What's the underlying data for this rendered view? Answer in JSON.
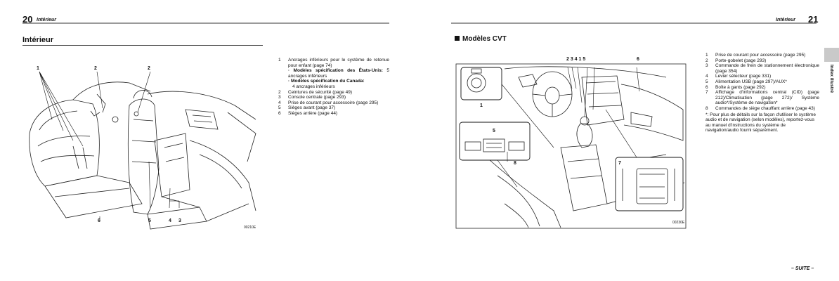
{
  "left_page": {
    "page_number": "20",
    "running_header": "Intérieur",
    "title": "Intérieur",
    "figure": {
      "callouts": [
        "1",
        "2",
        "2",
        "6",
        "5",
        "4",
        "3"
      ],
      "code": "00210E"
    },
    "items": [
      {
        "n": "1",
        "text": "Ancrages inférieurs pour le système de retenue pour enfant (page 74)"
      },
      {
        "n": "2",
        "text": "Ceintures de sécurité (page 49)"
      },
      {
        "n": "3",
        "text": "Console centrale (page 293)"
      },
      {
        "n": "4",
        "text": "Prise de courant pour accessoire (page 295)"
      },
      {
        "n": "5",
        "text": "Sièges avant (page 37)"
      },
      {
        "n": "6",
        "text": "Sièges arrière (page 44)"
      }
    ],
    "sub_items": [
      {
        "label": "· Modèles spécification des États-Unis:",
        "value": "5 ancrages inférieurs"
      },
      {
        "label": "· Modèles spécification du Canada:",
        "value": "4 ancrages inférieurs"
      }
    ]
  },
  "right_page": {
    "page_number": "21",
    "running_header": "Intérieur",
    "section_title": "Modèles CVT",
    "figure": {
      "top_callouts": "2 3 4   1 5",
      "top_callout_6": "6",
      "callouts": [
        "1",
        "5",
        "8",
        "7"
      ],
      "code": "00230E"
    },
    "items": [
      {
        "n": "1",
        "text": "Prise de courant pour accessoire (page 295)"
      },
      {
        "n": "2",
        "text": "Porte-gobelet (page 293)"
      },
      {
        "n": "3",
        "text": "Commande de frein de stationnement électronique (page 354)"
      },
      {
        "n": "4",
        "text": "Levier sélecteur (page 331)"
      },
      {
        "n": "5",
        "text": "Alimentation USB (page 297)/AUX*"
      },
      {
        "n": "6",
        "text": "Boîte à gants (page 292)"
      },
      {
        "n": "7",
        "text": "Affichage d'informations central (CID) (page 212)/Climatisation (page 272)/ Système audio*/Système de navigation*"
      },
      {
        "n": "8",
        "text": "Commandes de siège chauffant arrière (page 43)"
      }
    ],
    "footnote": "*: Pour plus de détails sur la façon d'utiliser le système audio et de navigation (selon modèles), reportez-vous au manuel d'instructions du système de navigation/audio fourni séparément.",
    "side_tab": "Index illustré",
    "continued": "– SUITE –"
  }
}
